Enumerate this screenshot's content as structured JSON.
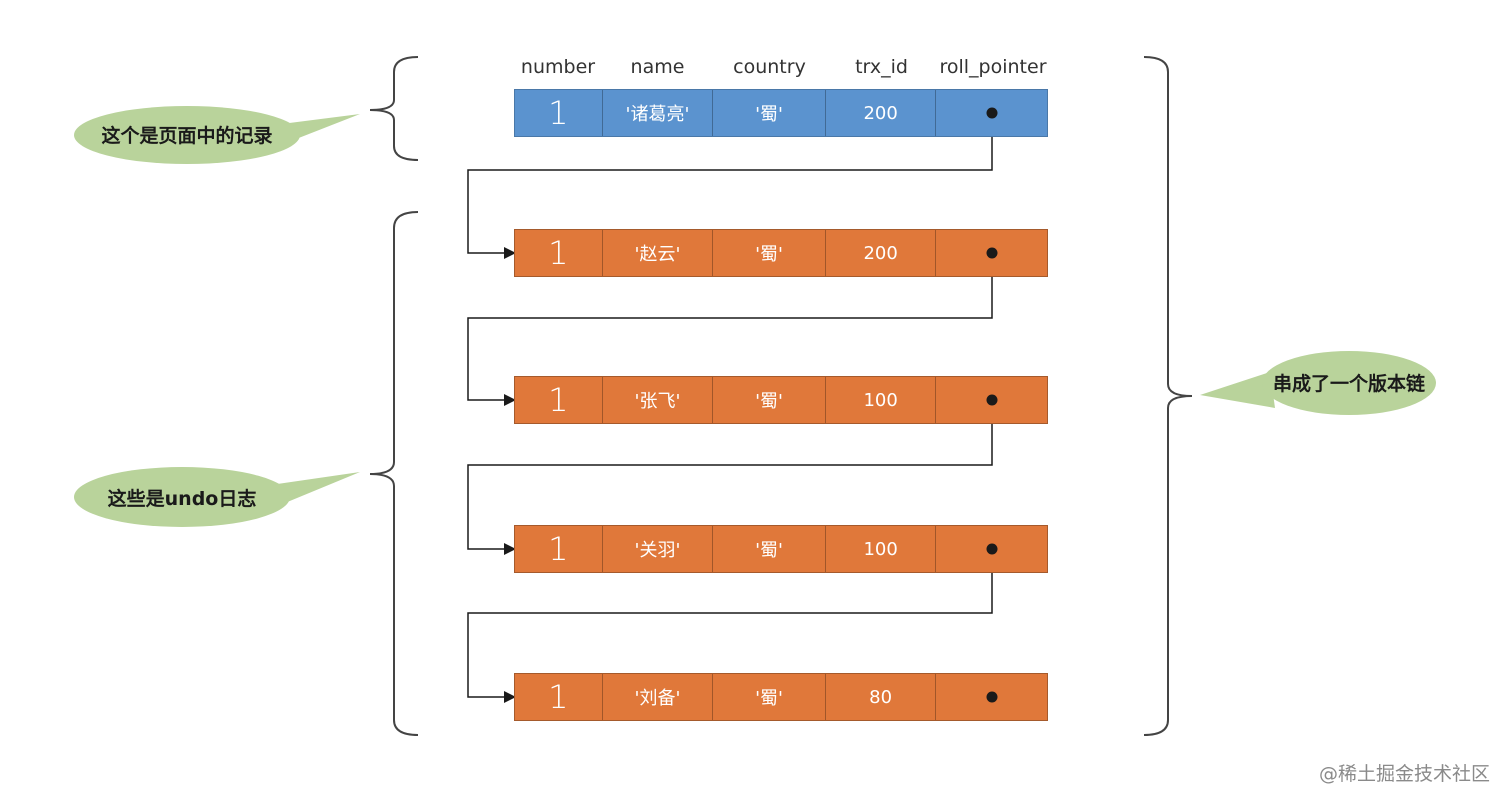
{
  "columns": [
    "number",
    "name",
    "country",
    "trx_id",
    "roll_pointer"
  ],
  "current_record": {
    "number": "1",
    "name": "'诸葛亮'",
    "country": "'蜀'",
    "trx_id": "200"
  },
  "undo_records": [
    {
      "number": "1",
      "name": "'赵云'",
      "country": "'蜀'",
      "trx_id": "200"
    },
    {
      "number": "1",
      "name": "'张飞'",
      "country": "'蜀'",
      "trx_id": "100"
    },
    {
      "number": "1",
      "name": "'关羽'",
      "country": "'蜀'",
      "trx_id": "100"
    },
    {
      "number": "1",
      "name": "'刘备'",
      "country": "'蜀'",
      "trx_id": "80"
    }
  ],
  "callouts": {
    "page_record": "这个是页面中的记录",
    "undo_logs": "这些是undo日志",
    "version_chain": "串成了一个版本链"
  },
  "watermark": "@稀土掘金技术社区",
  "colors": {
    "current_record": "#5b93cf",
    "undo_record": "#e0783a",
    "callout": "#b9d39b",
    "pointer": "#1a1a1a"
  }
}
